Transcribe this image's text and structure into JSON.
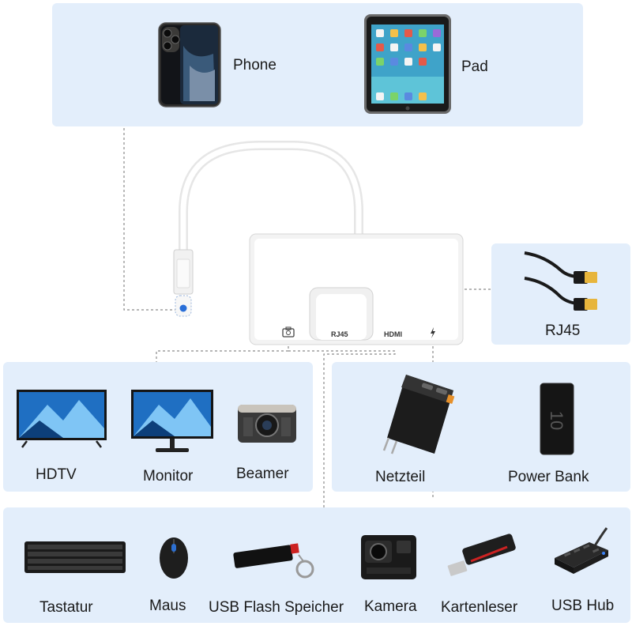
{
  "top": {
    "phone_label": "Phone",
    "pad_label": "Pad"
  },
  "adapter": {
    "ports": {
      "rj45": "RJ45",
      "hdmi": "HDMI"
    }
  },
  "rj45_panel": {
    "label": "RJ45"
  },
  "display_panel": {
    "items": [
      "HDTV",
      "Monitor",
      "Beamer"
    ]
  },
  "power_panel": {
    "items": [
      "Netzteil",
      "Power Bank"
    ]
  },
  "usb_panel": {
    "items": [
      "Tastatur",
      "Maus",
      "USB Flash Speicher",
      "Kamera",
      "Kartenleser",
      "USB Hub"
    ]
  },
  "powerbank_marking": "10"
}
